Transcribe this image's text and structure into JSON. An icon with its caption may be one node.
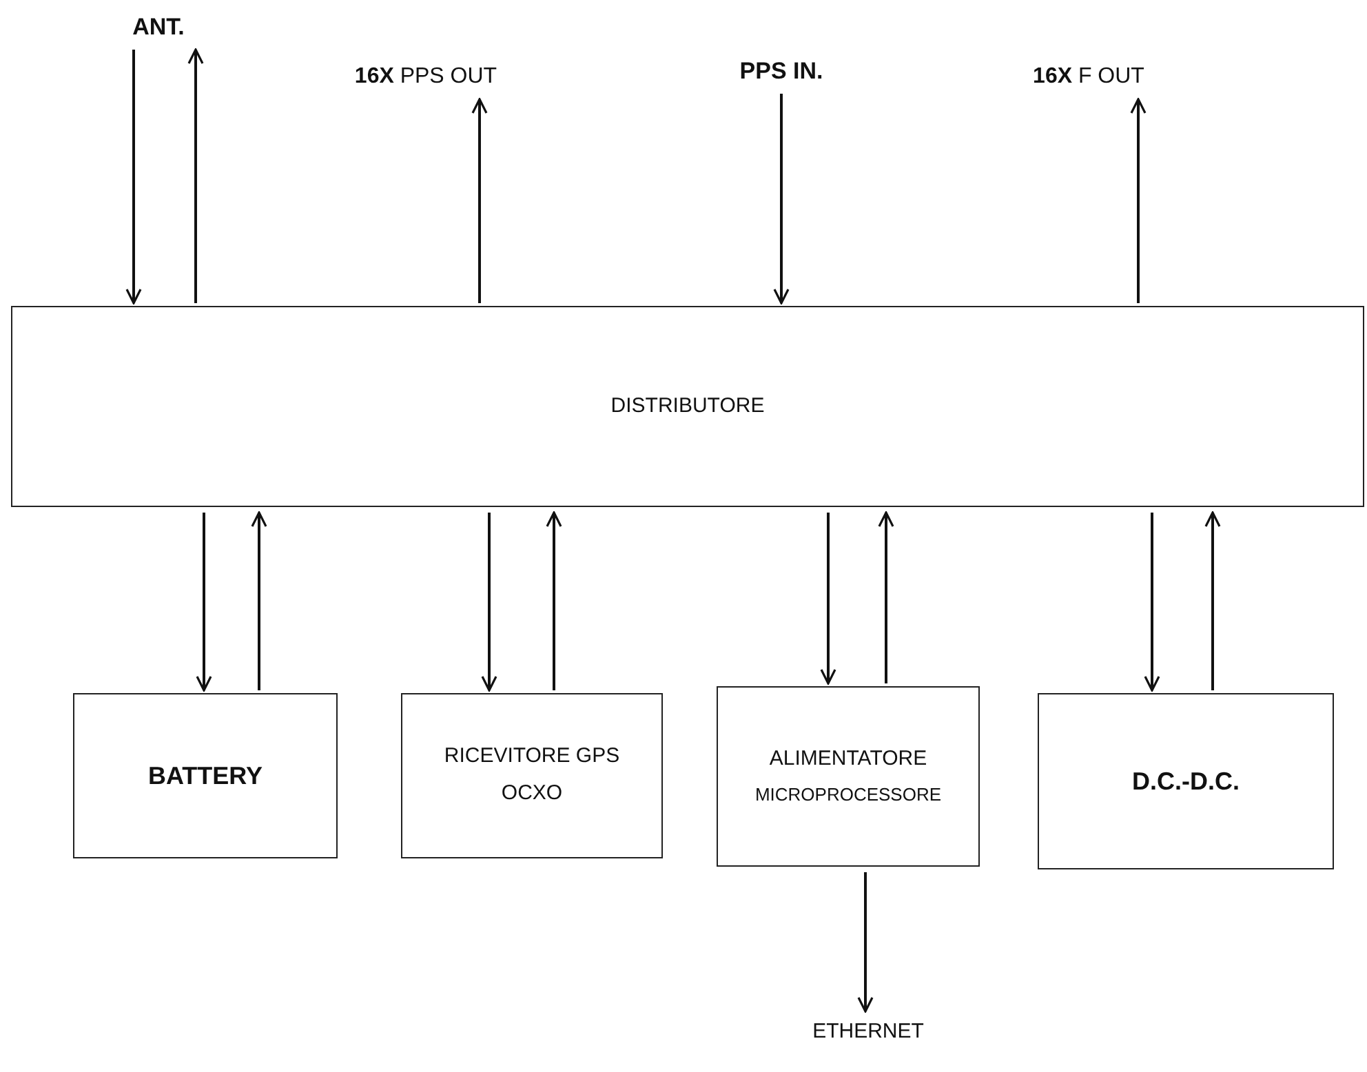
{
  "diagram": {
    "nodes": [
      {
        "text": [
          "ANT."
        ]
      },
      {
        "text": [
          "**16X** PPS OUT"
        ]
      },
      {
        "text": [
          "PPS IN."
        ]
      },
      {
        "text": [
          "**16X** F OUT"
        ]
      },
      {
        "text": [
          "DISTRIBUTORE"
        ]
      },
      {
        "text": [
          "BATTERY"
        ]
      },
      {
        "text": [
          "RICEVITORE GPS",
          "OCXO"
        ]
      },
      {
        "text": [
          "ALIMENTATORE",
          "MICROPROCESSORE"
        ]
      },
      {
        "text": [
          "D.C.-D.C."
        ]
      },
      {
        "text": [
          "ETHERNET"
        ]
      }
    ],
    "edges": [
      {
        "from": 0,
        "to": 4,
        "arrow": "to"
      },
      {
        "from": 4,
        "to": 0,
        "arrow": "to"
      },
      {
        "from": 4,
        "to": 1,
        "arrow": "to"
      },
      {
        "from": 2,
        "to": 4,
        "arrow": "to"
      },
      {
        "from": 4,
        "to": 3,
        "arrow": "to"
      },
      {
        "from": 4,
        "to": 5,
        "arrow": "to"
      },
      {
        "from": 5,
        "to": 4,
        "arrow": "to"
      },
      {
        "from": 4,
        "to": 6,
        "arrow": "to"
      },
      {
        "from": 6,
        "to": 4,
        "arrow": "to"
      },
      {
        "from": 4,
        "to": 7,
        "arrow": "to"
      },
      {
        "from": 7,
        "to": 4,
        "arrow": "to"
      },
      {
        "from": 4,
        "to": 8,
        "arrow": "to"
      },
      {
        "from": 8,
        "to": 4,
        "arrow": "to"
      },
      {
        "from": 7,
        "to": 9,
        "arrow": "to"
      }
    ]
  }
}
